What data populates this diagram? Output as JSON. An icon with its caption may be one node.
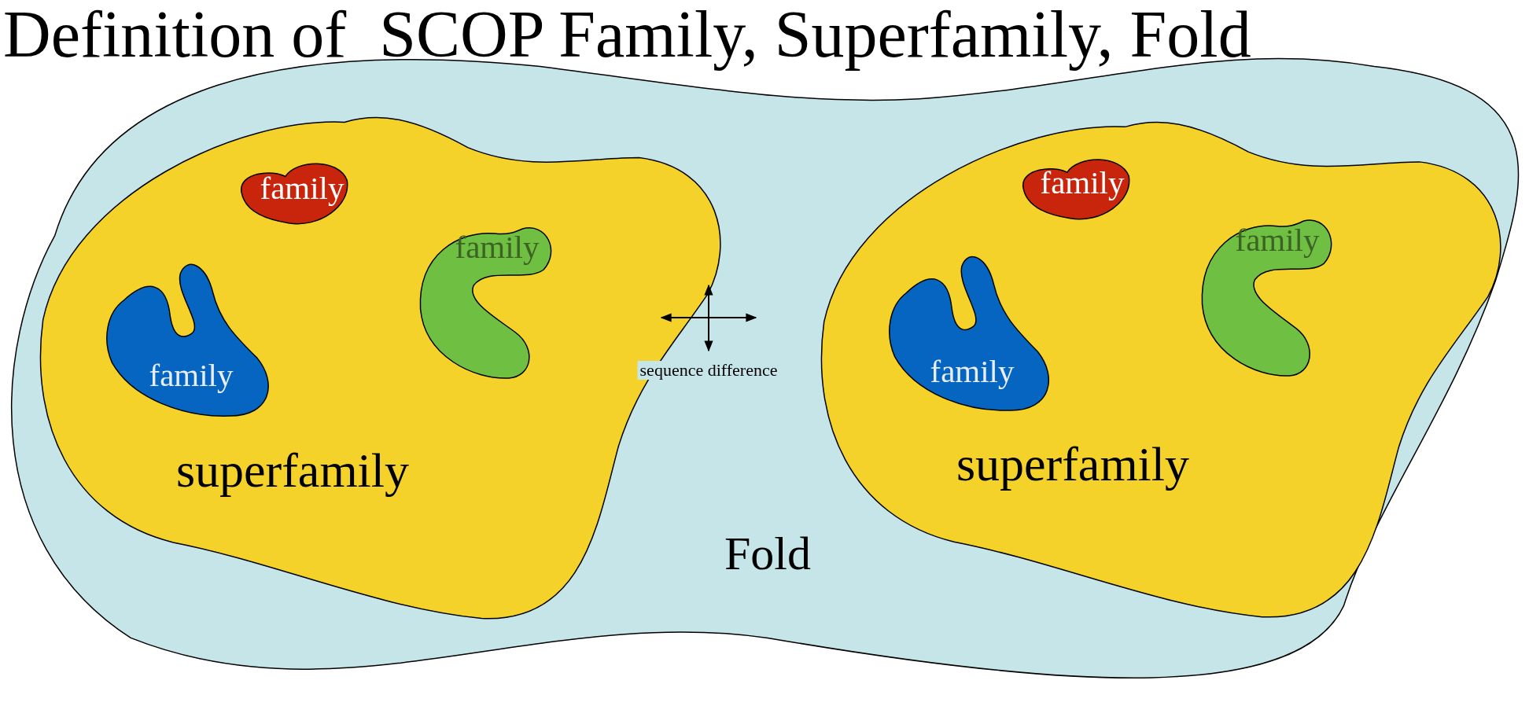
{
  "diagram": {
    "title": "Definition of  SCOP Family, Superfamily, Fold",
    "nodes": [
      {
        "text": [
          "Fold"
        ]
      },
      {
        "text": [
          "superfamily"
        ],
        "in": 0
      },
      {
        "text": [
          "family"
        ],
        "in": 1
      },
      {
        "text": [
          "family"
        ],
        "in": 1
      },
      {
        "text": [
          "family"
        ],
        "in": 1
      },
      {
        "text": [
          "superfamily"
        ],
        "in": 0
      },
      {
        "text": [
          "family"
        ],
        "in": 5
      },
      {
        "text": [
          "family"
        ],
        "in": 5
      },
      {
        "text": [
          "family"
        ],
        "in": 5
      }
    ],
    "labels": [
      "sequence difference"
    ]
  }
}
